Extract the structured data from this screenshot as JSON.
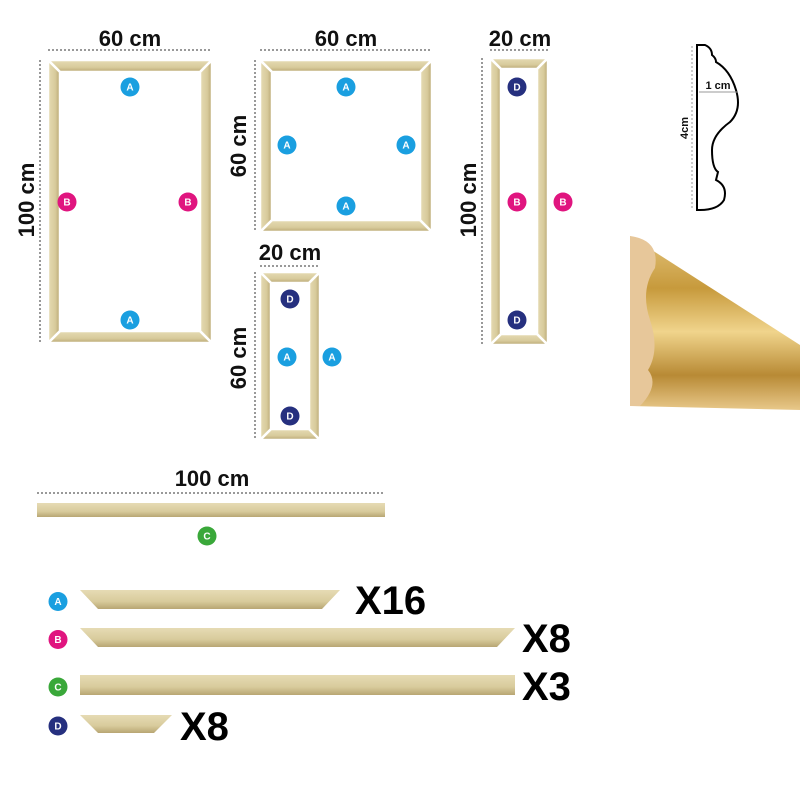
{
  "colors": {
    "A": "#1a9fe0",
    "B": "#e0157f",
    "C": "#3aa83a",
    "D": "#26307f",
    "wood": "#dccfa3",
    "wood_dark": "#b9a878"
  },
  "frames": [
    {
      "width_label": "60 cm",
      "height_label": "100 cm"
    },
    {
      "width_label": "60 cm",
      "height_label": "60 cm"
    },
    {
      "width_label": "20 cm",
      "height_label": "100 cm"
    },
    {
      "width_label": "20 cm",
      "height_label": "60 cm"
    }
  ],
  "bar_c": {
    "length_label": "100 cm",
    "piece": "C"
  },
  "profile": {
    "height_label": "4cm",
    "depth_label": "1 cm"
  },
  "legend": [
    {
      "piece": "A",
      "count": "X16"
    },
    {
      "piece": "B",
      "count": "X8"
    },
    {
      "piece": "C",
      "count": "X3"
    },
    {
      "piece": "D",
      "count": "X8"
    }
  ]
}
